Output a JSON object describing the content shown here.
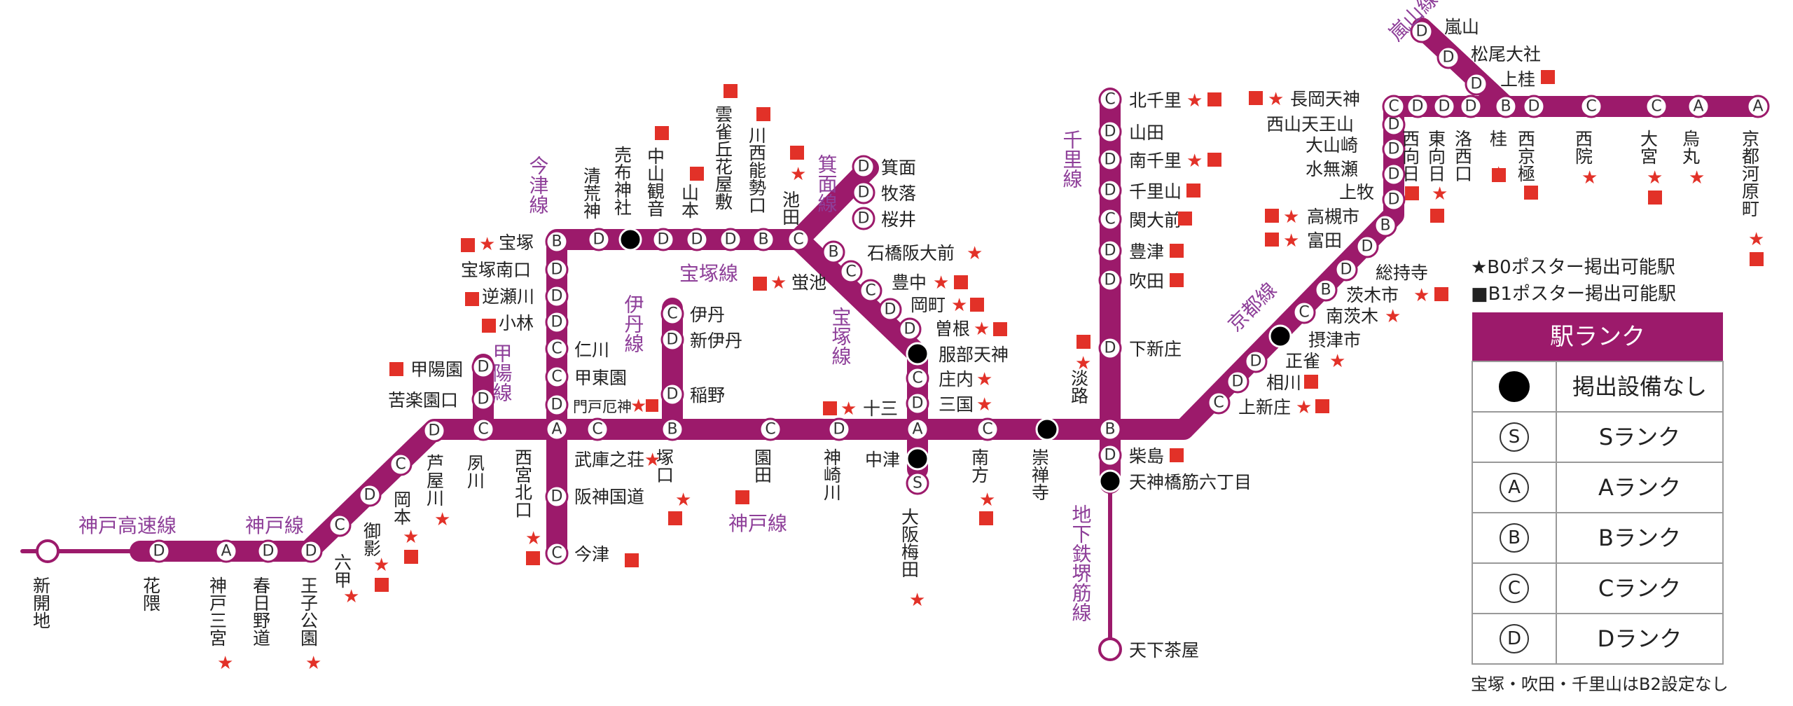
{
  "lines": [
    {
      "name": "神戸高速線"
    },
    {
      "name": "神戸線"
    },
    {
      "name": "神戸線"
    },
    {
      "name": "甲陽線"
    },
    {
      "name": "今津線"
    },
    {
      "name": "宝塚線"
    },
    {
      "name": "宝塚線"
    },
    {
      "name": "伊丹線"
    },
    {
      "name": "箕面線"
    },
    {
      "name": "千里線"
    },
    {
      "name": "京都線"
    },
    {
      "name": "嵐山線"
    },
    {
      "name": "地下鉄堺筋線"
    }
  ],
  "stations": [
    {
      "name": "新開地",
      "rank": ""
    },
    {
      "name": "花隈",
      "rank": "D"
    },
    {
      "name": "神戸三宮",
      "rank": "A"
    },
    {
      "name": "春日野道",
      "rank": "D"
    },
    {
      "name": "王子公園",
      "rank": "D"
    },
    {
      "name": "六甲",
      "rank": "C"
    },
    {
      "name": "御影",
      "rank": "D"
    },
    {
      "name": "岡本",
      "rank": "C"
    },
    {
      "name": "芦屋川",
      "rank": "D"
    },
    {
      "name": "夙川",
      "rank": "C"
    },
    {
      "name": "苦楽園口",
      "rank": "D"
    },
    {
      "name": "甲陽園",
      "rank": "D"
    },
    {
      "name": "西宮北口",
      "rank": "A"
    },
    {
      "name": "阪神国道",
      "rank": "D"
    },
    {
      "name": "今津",
      "rank": "C"
    },
    {
      "name": "門戸厄神",
      "rank": "D"
    },
    {
      "name": "甲東園",
      "rank": "C"
    },
    {
      "name": "仁川",
      "rank": "C"
    },
    {
      "name": "小林",
      "rank": "D"
    },
    {
      "name": "逆瀬川",
      "rank": "D"
    },
    {
      "name": "宝塚南口",
      "rank": "D"
    },
    {
      "name": "宝塚",
      "rank": "B"
    },
    {
      "name": "清荒神",
      "rank": "D"
    },
    {
      "name": "売布神社",
      "rank": "●"
    },
    {
      "name": "中山観音",
      "rank": "D"
    },
    {
      "name": "山本",
      "rank": "D"
    },
    {
      "name": "雲雀丘花屋敷",
      "rank": "D"
    },
    {
      "name": "川西能勢口",
      "rank": "B"
    },
    {
      "name": "池田",
      "rank": "C"
    },
    {
      "name": "石橋阪大前",
      "rank": "B"
    },
    {
      "name": "蛍池",
      "rank": "C"
    },
    {
      "name": "豊中",
      "rank": "C"
    },
    {
      "name": "岡町",
      "rank": "D"
    },
    {
      "name": "曽根",
      "rank": "D"
    },
    {
      "name": "服部天神",
      "rank": "●"
    },
    {
      "name": "庄内",
      "rank": "C"
    },
    {
      "name": "三国",
      "rank": "D"
    },
    {
      "name": "十三",
      "rank": "A"
    },
    {
      "name": "中津",
      "rank": "●"
    },
    {
      "name": "大阪梅田",
      "rank": "S"
    },
    {
      "name": "箕面",
      "rank": "D"
    },
    {
      "name": "牧落",
      "rank": "D"
    },
    {
      "name": "桜井",
      "rank": "D"
    },
    {
      "name": "武庫之荘",
      "rank": "C"
    },
    {
      "name": "塚口",
      "rank": "B"
    },
    {
      "name": "稲野",
      "rank": "D"
    },
    {
      "name": "新伊丹",
      "rank": "D"
    },
    {
      "name": "伊丹",
      "rank": "C"
    },
    {
      "name": "園田",
      "rank": "C"
    },
    {
      "name": "神崎川",
      "rank": "D"
    },
    {
      "name": "南方",
      "rank": "C"
    },
    {
      "name": "崇禅寺",
      "rank": "●"
    },
    {
      "name": "淡路",
      "rank": "B"
    },
    {
      "name": "柴島",
      "rank": "D"
    },
    {
      "name": "天神橋筋六丁目",
      "rank": "●"
    },
    {
      "name": "天下茶屋",
      "rank": ""
    },
    {
      "name": "下新庄",
      "rank": "D"
    },
    {
      "name": "吹田",
      "rank": "D"
    },
    {
      "name": "豊津",
      "rank": "D"
    },
    {
      "name": "関大前",
      "rank": "C"
    },
    {
      "name": "千里山",
      "rank": "D"
    },
    {
      "name": "南千里",
      "rank": "D"
    },
    {
      "name": "山田",
      "rank": "D"
    },
    {
      "name": "北千里",
      "rank": "C"
    },
    {
      "name": "上新庄",
      "rank": "C"
    },
    {
      "name": "相川",
      "rank": "D"
    },
    {
      "name": "正雀",
      "rank": "D"
    },
    {
      "name": "摂津市",
      "rank": "●"
    },
    {
      "name": "南茨木",
      "rank": "C"
    },
    {
      "name": "茨木市",
      "rank": "B"
    },
    {
      "name": "総持寺",
      "rank": "D"
    },
    {
      "name": "富田",
      "rank": "D"
    },
    {
      "name": "高槻市",
      "rank": "B"
    },
    {
      "name": "上牧",
      "rank": "D"
    },
    {
      "name": "水無瀬",
      "rank": "D"
    },
    {
      "name": "大山崎",
      "rank": "D"
    },
    {
      "name": "西山天王山",
      "rank": "D"
    },
    {
      "name": "長岡天神",
      "rank": "C"
    },
    {
      "name": "西向日",
      "rank": "D"
    },
    {
      "name": "東向日",
      "rank": "D"
    },
    {
      "name": "洛西口",
      "rank": "D"
    },
    {
      "name": "桂",
      "rank": "B"
    },
    {
      "name": "西京極",
      "rank": "D"
    },
    {
      "name": "西院",
      "rank": "C"
    },
    {
      "name": "大宮",
      "rank": "C"
    },
    {
      "name": "烏丸",
      "rank": "A"
    },
    {
      "name": "京都河原町",
      "rank": "A"
    },
    {
      "name": "上桂",
      "rank": "D"
    },
    {
      "name": "松尾大社",
      "rank": "D"
    },
    {
      "name": "嵐山",
      "rank": "D"
    }
  ],
  "legend": {
    "b0": "★B0ポスター掲出可能駅",
    "b1": "■B1ポスター掲出可能駅",
    "table_title": "駅ランク",
    "rows": [
      {
        "symbol": "",
        "label": "掲出設備なし"
      },
      {
        "symbol": "S",
        "label": "Sランク"
      },
      {
        "symbol": "A",
        "label": "Aランク"
      },
      {
        "symbol": "B",
        "label": "Bランク"
      },
      {
        "symbol": "C",
        "label": "Cランク"
      },
      {
        "symbol": "D",
        "label": "Dランク"
      }
    ],
    "footnote": "宝塚・吹田・千里山はB2設定なし"
  },
  "colors": {
    "line": "#9c1a6b",
    "marker": "#e23128",
    "line_name": "#8e3f99",
    "legend_header": "#9c1a6b"
  }
}
